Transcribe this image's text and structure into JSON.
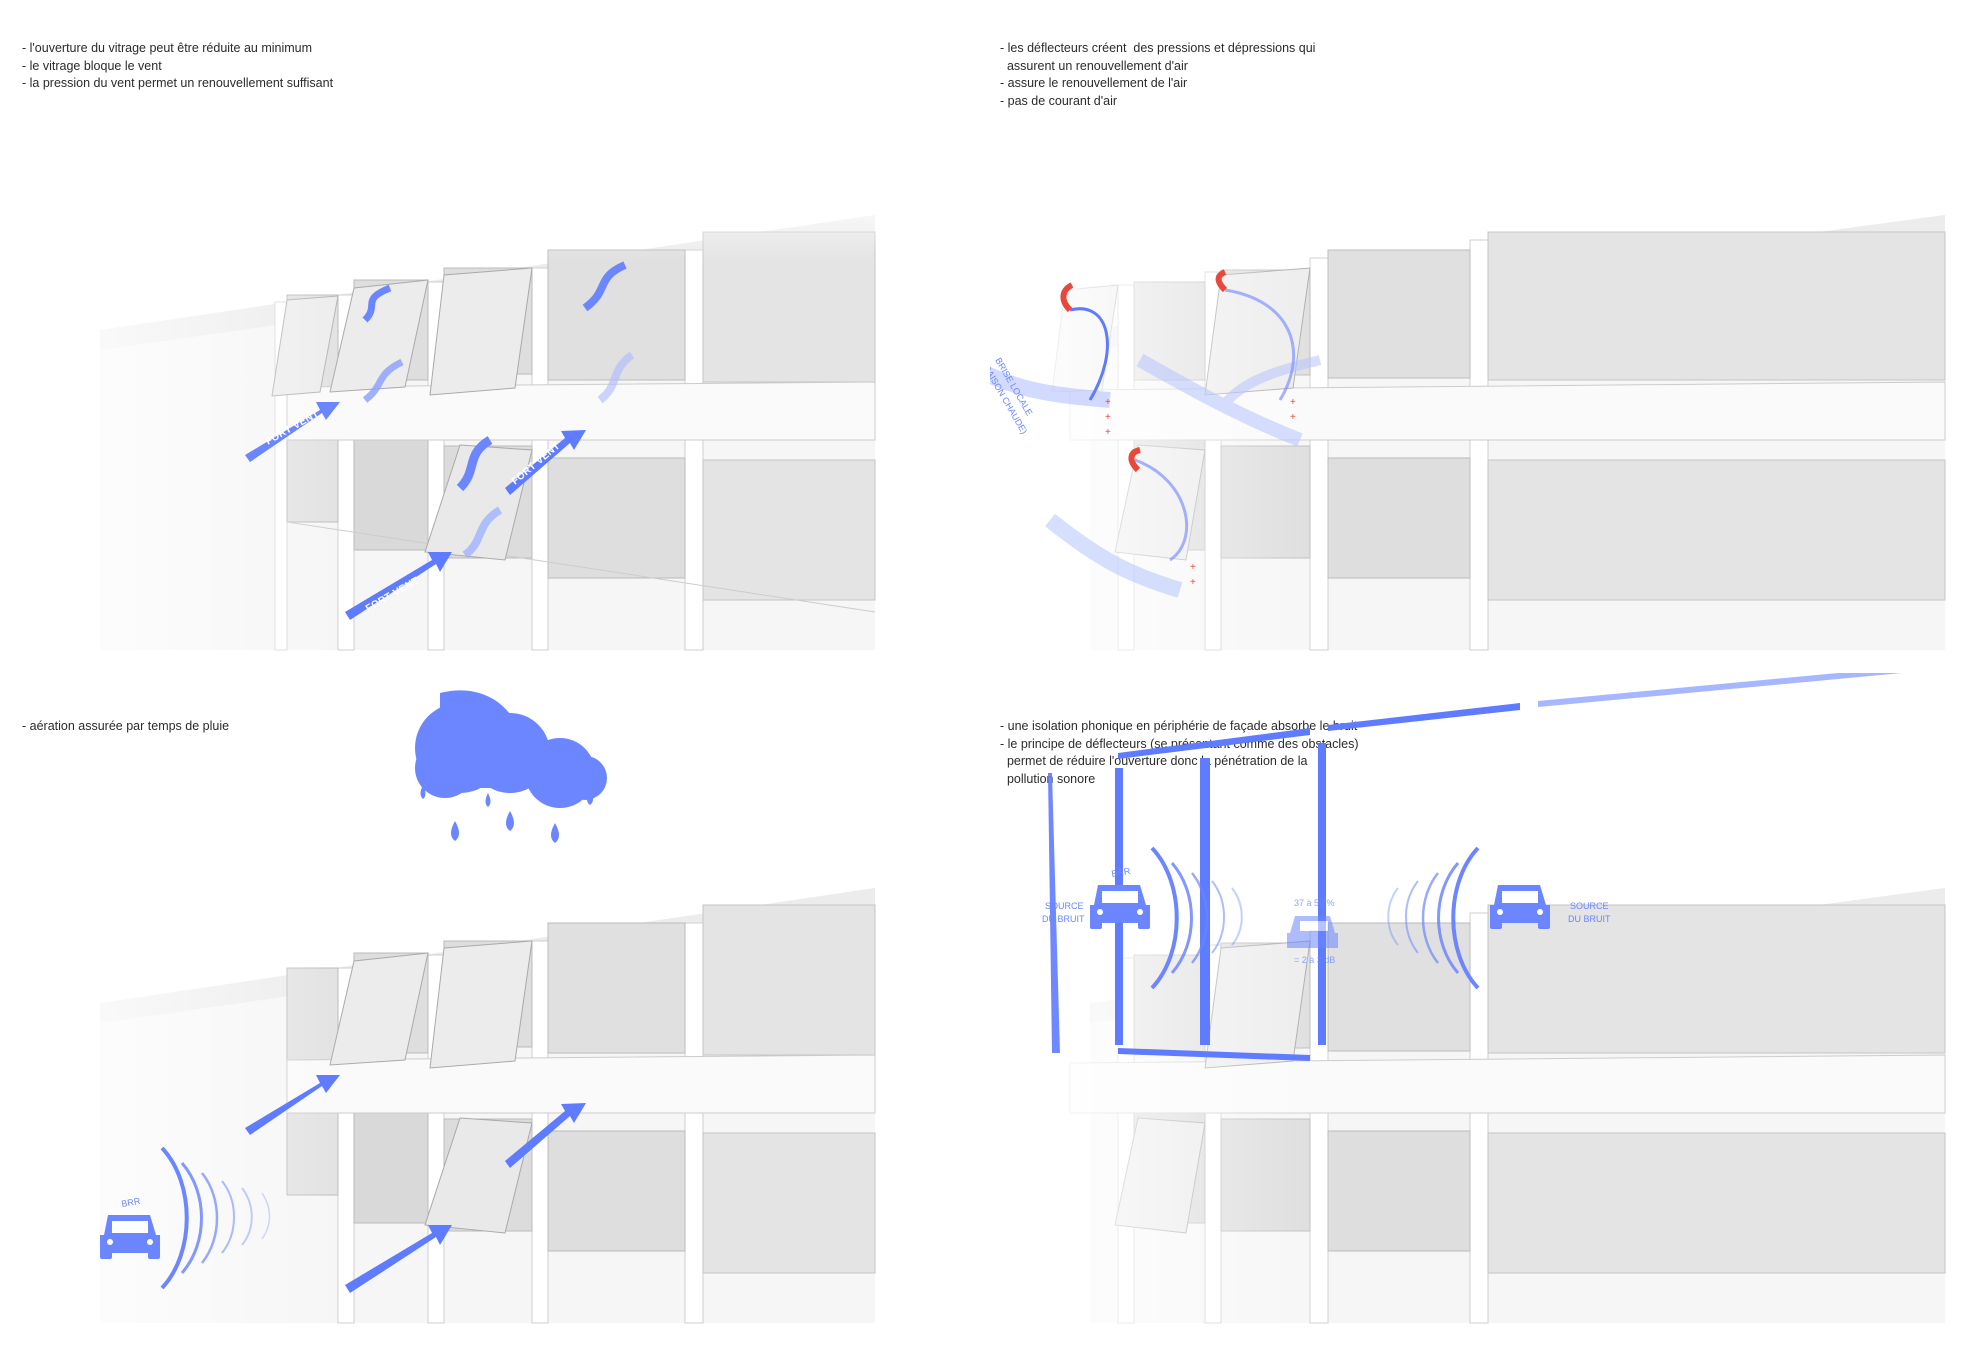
{
  "colors": {
    "accent": "#6b86ff",
    "accent_dark": "#4f6cf5",
    "pressure": "#e8483c"
  },
  "panels": {
    "top_left": {
      "notes": [
        "- l'ouverture du vitrage peut être réduite au minimum",
        "- le vitrage bloque le vent",
        "- la pression du vent permet un renouvellement suffisant"
      ],
      "label_wind_a": "FORT VENT",
      "label_wind_b": "FORT VENT",
      "label_wind_c": "FORT VENT"
    },
    "top_right": {
      "notes": [
        "- les déflecteurs créent  des pressions et dépressions qui",
        "  assurent un renouvellement d'air",
        "- assure le renouvellement de l'air",
        "- pas de courant d'air"
      ],
      "label_breeze_1": "BRISE LOCALE",
      "label_breeze_2": "(SAISON CHAUDE)"
    },
    "bottom_left": {
      "notes": [
        "- aération assurée par temps de pluie"
      ],
      "car_sound": "BRR"
    },
    "bottom_right": {
      "notes": [
        "- une isolation phonique en périphérie de façade absorbe le bruit",
        "- le principe de déflecteurs (se présentant comme des obstacles)",
        "  permet de réduire l'ouverture donc la pénétration de la",
        "  pollution sonore"
      ],
      "source_left_1": "SOURCE",
      "source_left_2": "DU BRUIT",
      "source_right_1": "SOURCE",
      "source_right_2": "DU BRUIT",
      "reduction_pct": "37 à 50 %",
      "reduction_db": "= 2 à 3 dB",
      "car_sound": "BRR"
    }
  }
}
